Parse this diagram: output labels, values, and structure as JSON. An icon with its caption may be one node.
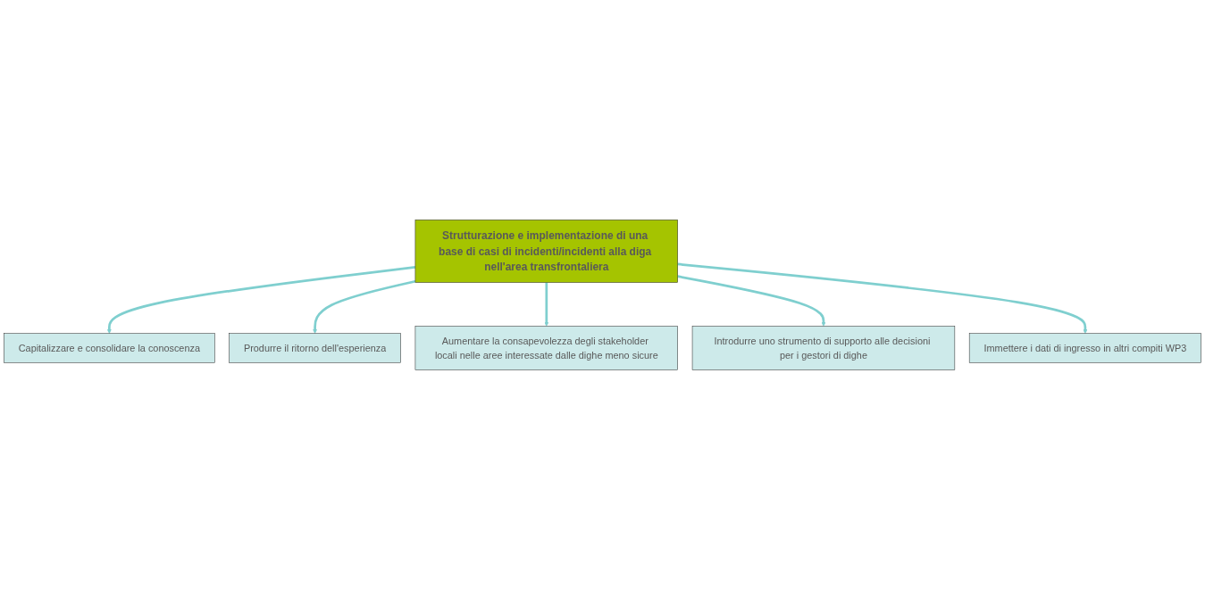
{
  "diagram": {
    "nodes": [
      {
        "text": [
          "Capitalizzare e consolidare la conoscenza"
        ]
      },
      {
        "text": [
          "Produrre il ritorno dell'esperienza"
        ]
      },
      {
        "text": [
          "Strutturazione e implementazione di una base di casi di incidenti/incidenti alla diga nell'area transfrontaliera"
        ]
      },
      {
        "text": [
          "Aumentare la consapevolezza degli stakeholder locali nelle aree interessate dalle dighe meno sicure"
        ]
      },
      {
        "text": [
          "Introdurre uno strumento di supporto alle decisioni per i gestori di dighe"
        ]
      },
      {
        "text": [
          "Immettere i dati di ingresso in altri compiti WP3"
        ]
      }
    ],
    "edges": [
      {
        "from": 2,
        "to": 0,
        "arrow": "to"
      },
      {
        "from": 2,
        "to": 1,
        "arrow": "to"
      },
      {
        "from": 2,
        "to": 3,
        "arrow": "to"
      },
      {
        "from": 2,
        "to": 4,
        "arrow": "to"
      },
      {
        "from": 2,
        "to": 5,
        "arrow": "to"
      }
    ]
  }
}
